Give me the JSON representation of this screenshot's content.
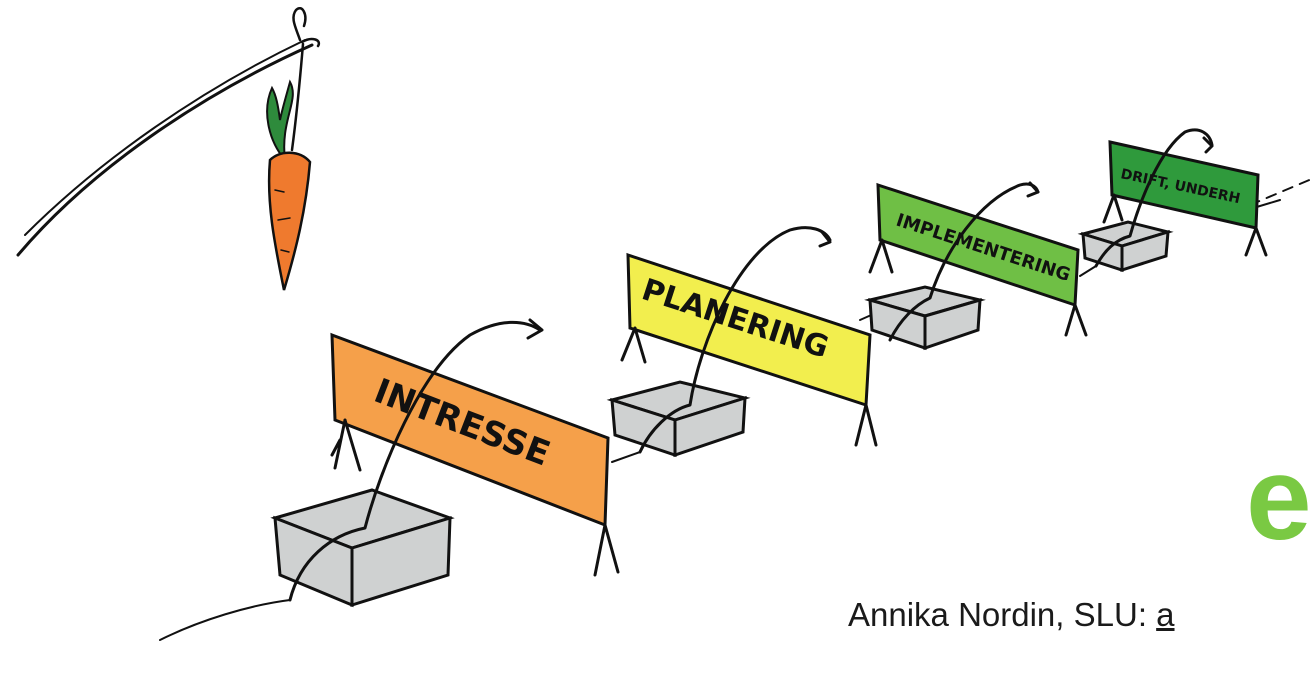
{
  "illustration": {
    "barriers": [
      {
        "label": "INTRESSE",
        "color": "#f5a04a"
      },
      {
        "label": "PLANERING",
        "color": "#f2ee4e"
      },
      {
        "label": "IMPLEMENTERING",
        "color": "#6fbf45"
      },
      {
        "label": "DRIFT, UNDERH",
        "color": "#2f9a3c"
      }
    ],
    "carrot": {
      "body_color": "#ef7a2e",
      "leaf_color": "#2e8b3c"
    },
    "box_color": "#cfd1d1"
  },
  "logo": {
    "letter": "e",
    "color": "#7ac943"
  },
  "caption": {
    "author": "Annika Nordin, SLU: ",
    "email_fragment": "a"
  }
}
